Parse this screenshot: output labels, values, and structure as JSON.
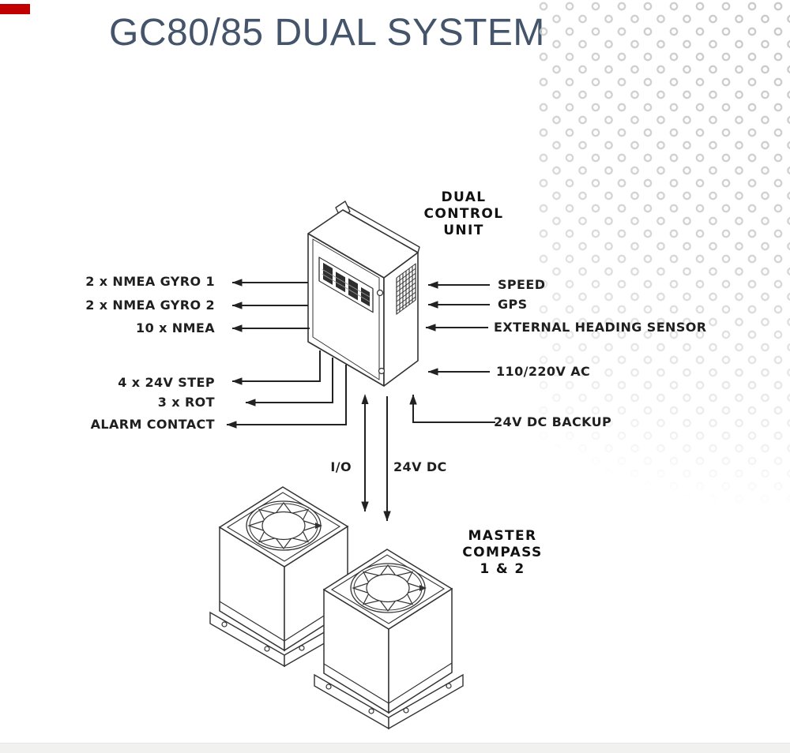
{
  "title": {
    "text": "GC80/85 DUAL SYSTEM",
    "color": "#44546A"
  },
  "accents": {
    "corner_mark_color": "#C00000",
    "diagram_line_color": "#2a2a2a",
    "dot_pattern_color": "#c9c9c9",
    "footer_bar_color": "#f1f1ef"
  },
  "diagram": {
    "control_unit_label": "DUAL\nCONTROL\nUNIT",
    "master_compass_label": "MASTER\nCOMPASS\n1 & 2",
    "left_ports": [
      "2 x NMEA GYRO 1",
      "2 x NMEA GYRO 2",
      "10 x NMEA",
      "4 x 24V STEP",
      "3 x ROT",
      "ALARM CONTACT"
    ],
    "right_ports": [
      "SPEED",
      "GPS",
      "EXTERNAL HEADING SENSOR",
      "110/220V AC",
      "24V DC BACKUP"
    ],
    "bus_labels": [
      "I/O",
      "24V DC"
    ]
  }
}
